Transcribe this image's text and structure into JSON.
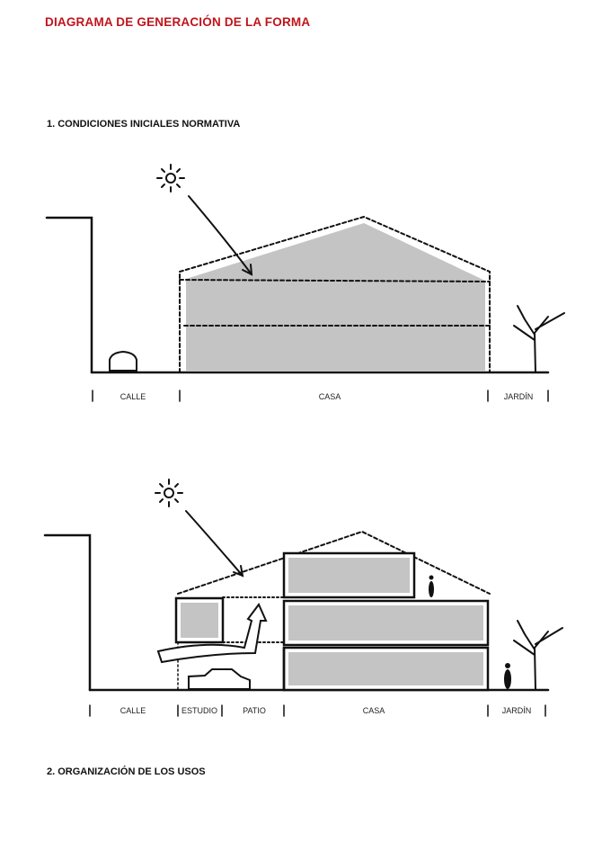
{
  "title": "DIAGRAMA DE GENERACIÓN DE LA FORMA",
  "sections": [
    {
      "heading": "1. CONDICIONES INICIALES NORMATIVA",
      "labels": [
        "CALLE",
        "CASA",
        "JARDÍN"
      ]
    },
    {
      "heading": "2. ORGANIZACIÓN DE LOS USOS",
      "labels": [
        "CALLE",
        "ESTUDIO",
        "PATIO",
        "CASA",
        "JARDÍN"
      ]
    }
  ],
  "colors": {
    "title": "#c0141c",
    "fill": "#c4c4c4",
    "ink": "#111111"
  }
}
